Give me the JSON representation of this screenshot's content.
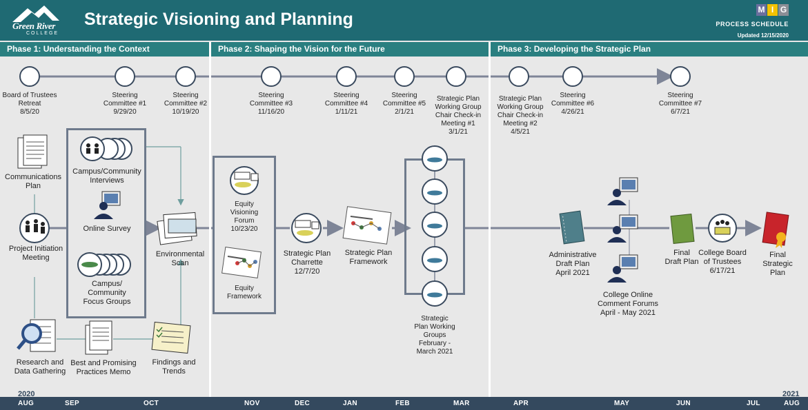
{
  "header": {
    "logo_name": "Green River",
    "logo_sub": "COLLEGE",
    "title": "Strategic Visioning and Planning",
    "mig": [
      "M",
      "I",
      "G"
    ],
    "process": "PROCESS SCHEDULE",
    "updated": "Updated  12/15/2020"
  },
  "phases": [
    {
      "label": "Phase 1: Understanding the Context"
    },
    {
      "label": "Phase 2: Shaping the Vision for the Future"
    },
    {
      "label": "Phase 3: Developing the Strategic Plan"
    }
  ],
  "milestones": {
    "bot_retreat": "Board of Trustees\nRetreat\n8/5/20",
    "sc1": "Steering\nCommittee #1\n9/29/20",
    "sc2": "Steering\nCommittee #2\n10/19/20",
    "sc3": "Steering\nCommittee #3\n11/16/20",
    "sc4": "Steering\nCommittee #4\n1/11/21",
    "sc5": "Steering\nCommittee #5\n2/1/21",
    "wg1": "Strategic Plan\nWorking Group\nChair Check-in\nMeeting #1\n3/1/21",
    "wg2": "Strategic Plan\nWorking Group\nChair Check-in\nMeeting #2\n4/5/21",
    "sc6": "Steering\nCommittee #6\n4/26/21",
    "sc7": "Steering\nCommittee #7\n6/7/21"
  },
  "activities": {
    "communications_plan": "Communications\nPlan",
    "project_initiation": "Project Initiation\nMeeting",
    "research": "Research and\nData Gathering",
    "interviews": "Campus/Community\nInterviews",
    "online_survey": "Online Survey",
    "focus_groups": "Campus/\nCommunity\nFocus Groups",
    "best_practices": "Best and Promising\nPractices Memo",
    "findings": "Findings and\nTrends",
    "environmental_scan": "Environmental\nScan",
    "equity_forum": "Equity\nVisioning\nForum\n10/23/20",
    "equity_framework": "Equity\nFramework",
    "charrette": "Strategic Plan\nCharrette\n12/7/20",
    "framework": "Strategic Plan\nFramework",
    "working_groups": "Strategic\nPlan Working\nGroups\nFebruary -\nMarch 2021",
    "admin_draft": "Administrative\nDraft Plan\nApril 2021",
    "comment_forums": "College Online\nComment Forums\nApril - May 2021",
    "final_draft": "Final\nDraft Plan",
    "board_approval": "College Board\nof Trustees\n6/17/21",
    "final_plan": "Final\nStrategic\nPlan"
  },
  "timeline": {
    "year_start": "2020",
    "year_end": "2021",
    "months": [
      "AUG",
      "SEP",
      "OCT",
      "NOV",
      "DEC",
      "JAN",
      "FEB",
      "MAR",
      "APR",
      "MAY",
      "JUN",
      "JUL",
      "AUG"
    ]
  },
  "colors": {
    "header": "#1f6a73",
    "phase_bar": "#2a7f80",
    "timeline": "#34495e",
    "connector": "#7e8597",
    "guide": "#6f9e9e",
    "table_yellow": "#d9d15a",
    "table_green": "#4a8a4a",
    "table_blue": "#3f7a9a",
    "book_teal": "#4f7f8a",
    "book_green": "#6f9a3f",
    "book_red": "#c8242b"
  }
}
